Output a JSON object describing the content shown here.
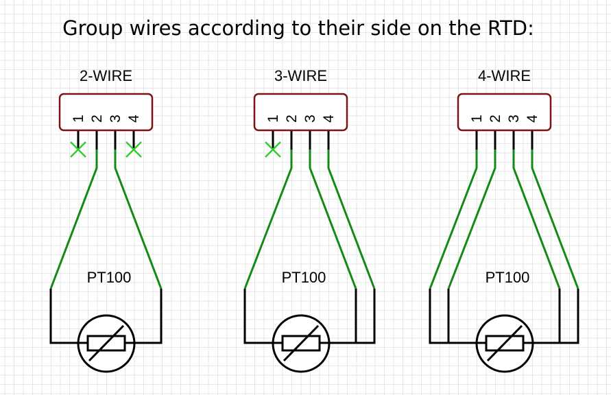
{
  "title": "Group wires according to their side on the RTD:",
  "colors": {
    "connector_border": "#7a1414",
    "wire_green": "#148a14",
    "unused_pin_mark": "#33cc33",
    "wire_black": "#000000",
    "grid": "#e6e6e6"
  },
  "diagrams": [
    {
      "heading": "2-WIRE",
      "sensor_label": "PT100",
      "pins": [
        "1",
        "2",
        "3",
        "4"
      ],
      "unused_pins": [
        "1",
        "4"
      ],
      "left_side_pins": [
        "2"
      ],
      "right_side_pins": [
        "3"
      ]
    },
    {
      "heading": "3-WIRE",
      "sensor_label": "PT100",
      "pins": [
        "1",
        "2",
        "3",
        "4"
      ],
      "unused_pins": [
        "1"
      ],
      "left_side_pins": [
        "2"
      ],
      "right_side_pins": [
        "3",
        "4"
      ]
    },
    {
      "heading": "4-WIRE",
      "sensor_label": "PT100",
      "pins": [
        "1",
        "2",
        "3",
        "4"
      ],
      "unused_pins": [],
      "left_side_pins": [
        "1",
        "2"
      ],
      "right_side_pins": [
        "3",
        "4"
      ]
    }
  ]
}
